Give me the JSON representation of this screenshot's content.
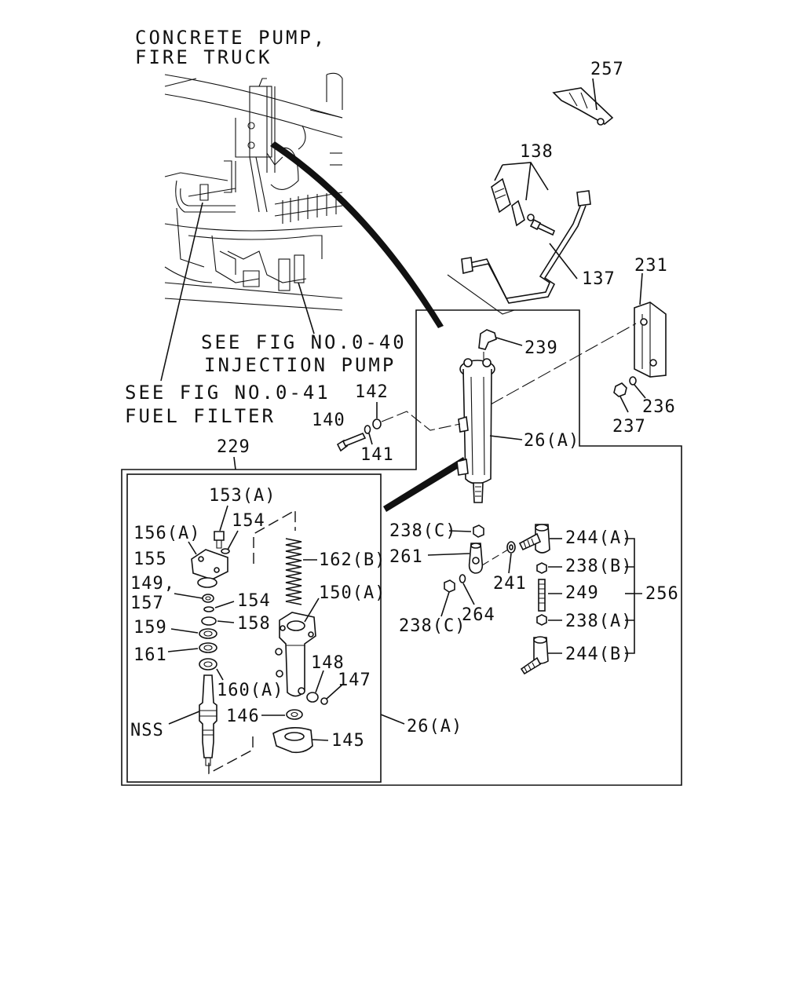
{
  "notes": {
    "concrete_pump": "CONCRETE PUMP,",
    "fire_truck": "FIRE TRUCK",
    "see_fig_040": "SEE FIG NO.0-40",
    "injection_pump": "INJECTION PUMP",
    "see_fig_041": "SEE FIG NO.0-41",
    "fuel_filter": "FUEL FILTER"
  },
  "callouts": {
    "p257": "257",
    "p138": "138",
    "p137": "137",
    "p231": "231",
    "p239": "239",
    "p142": "142",
    "p140": "140",
    "p141": "141",
    "p26a_top": "26(A)",
    "p236": "236",
    "p237": "237",
    "p229": "229",
    "p153a": "153(A)",
    "p154a": "154",
    "p156a": "156(A)",
    "p155": "155",
    "p149": "149,",
    "p157": "157",
    "p154b": "154",
    "p158": "158",
    "p159": "159",
    "p161": "161",
    "p160a": "160(A)",
    "pNSS": "NSS",
    "p162b": "162(B)",
    "p150a": "150(A)",
    "p148": "148",
    "p147": "147",
    "p146": "146",
    "p145": "145",
    "p26a_bottom": "26(A)",
    "p238c_top": "238(C)",
    "p261": "261",
    "p241": "241",
    "p264": "264",
    "p238c_bot": "238(C)",
    "p244a": "244(A)",
    "p238b": "238(B)",
    "p249": "249",
    "p256": "256",
    "p238a": "238(A)",
    "p244b": "244(B)"
  }
}
